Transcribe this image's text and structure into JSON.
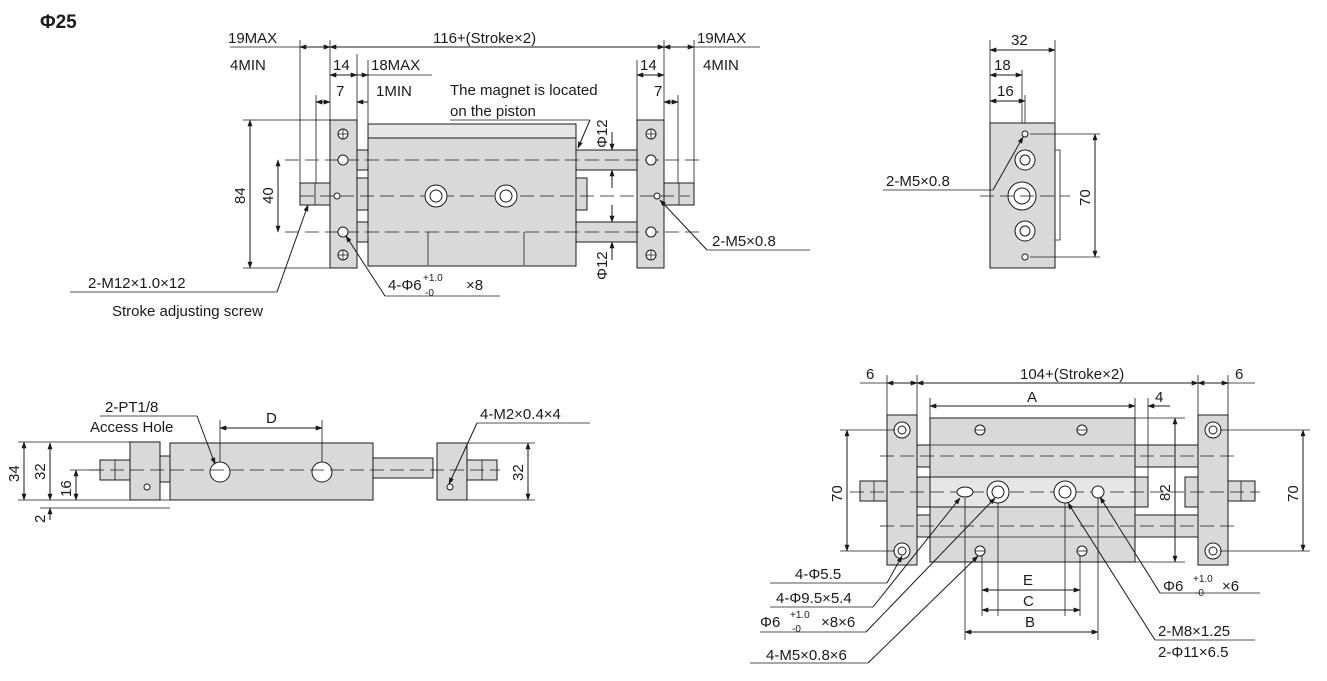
{
  "title": "Φ25",
  "labels": {
    "max19": "19MAX",
    "min4": "4MIN",
    "overall": "116+(Stroke×2)",
    "d14": "14",
    "max18": "18MAX",
    "d7": "7",
    "min1": "1MIN",
    "magnet1": "The magnet is located",
    "magnet2": "on the piston",
    "phi12": "Φ12",
    "d84": "84",
    "d40": "40",
    "m5": "2-M5×0.8",
    "m12": "2-M12×1.0×12",
    "stroke_screw": "Stroke adjusting screw",
    "holes6": "4-Φ6",
    "holes6_tail": "×8",
    "tol_plus": "+1.0",
    "tol_minus": "-0",
    "d32": "32",
    "d18": "18",
    "d16": "16",
    "d70": "70",
    "pt": "2-PT1/8",
    "access": "Access Hole",
    "dimD": "D",
    "m2": "4-M2×0.4×4",
    "d34": "34",
    "d2": "2",
    "d6": "6",
    "bottom_len": "104+(Stroke×2)",
    "dimA": "A",
    "d4": "4",
    "d82": "82",
    "dimE": "E",
    "dimC": "C",
    "dimB": "B",
    "p55": "4-Φ5.5",
    "p95": "4-Φ9.5×5.4",
    "phi6": "Φ6",
    "p6a_tail": "×8×6",
    "p6b_tail": "×6",
    "m5b": "4-M5×0.8×6",
    "m8": "2-M8×1.25",
    "p11": "2-Φ11×6.5"
  }
}
